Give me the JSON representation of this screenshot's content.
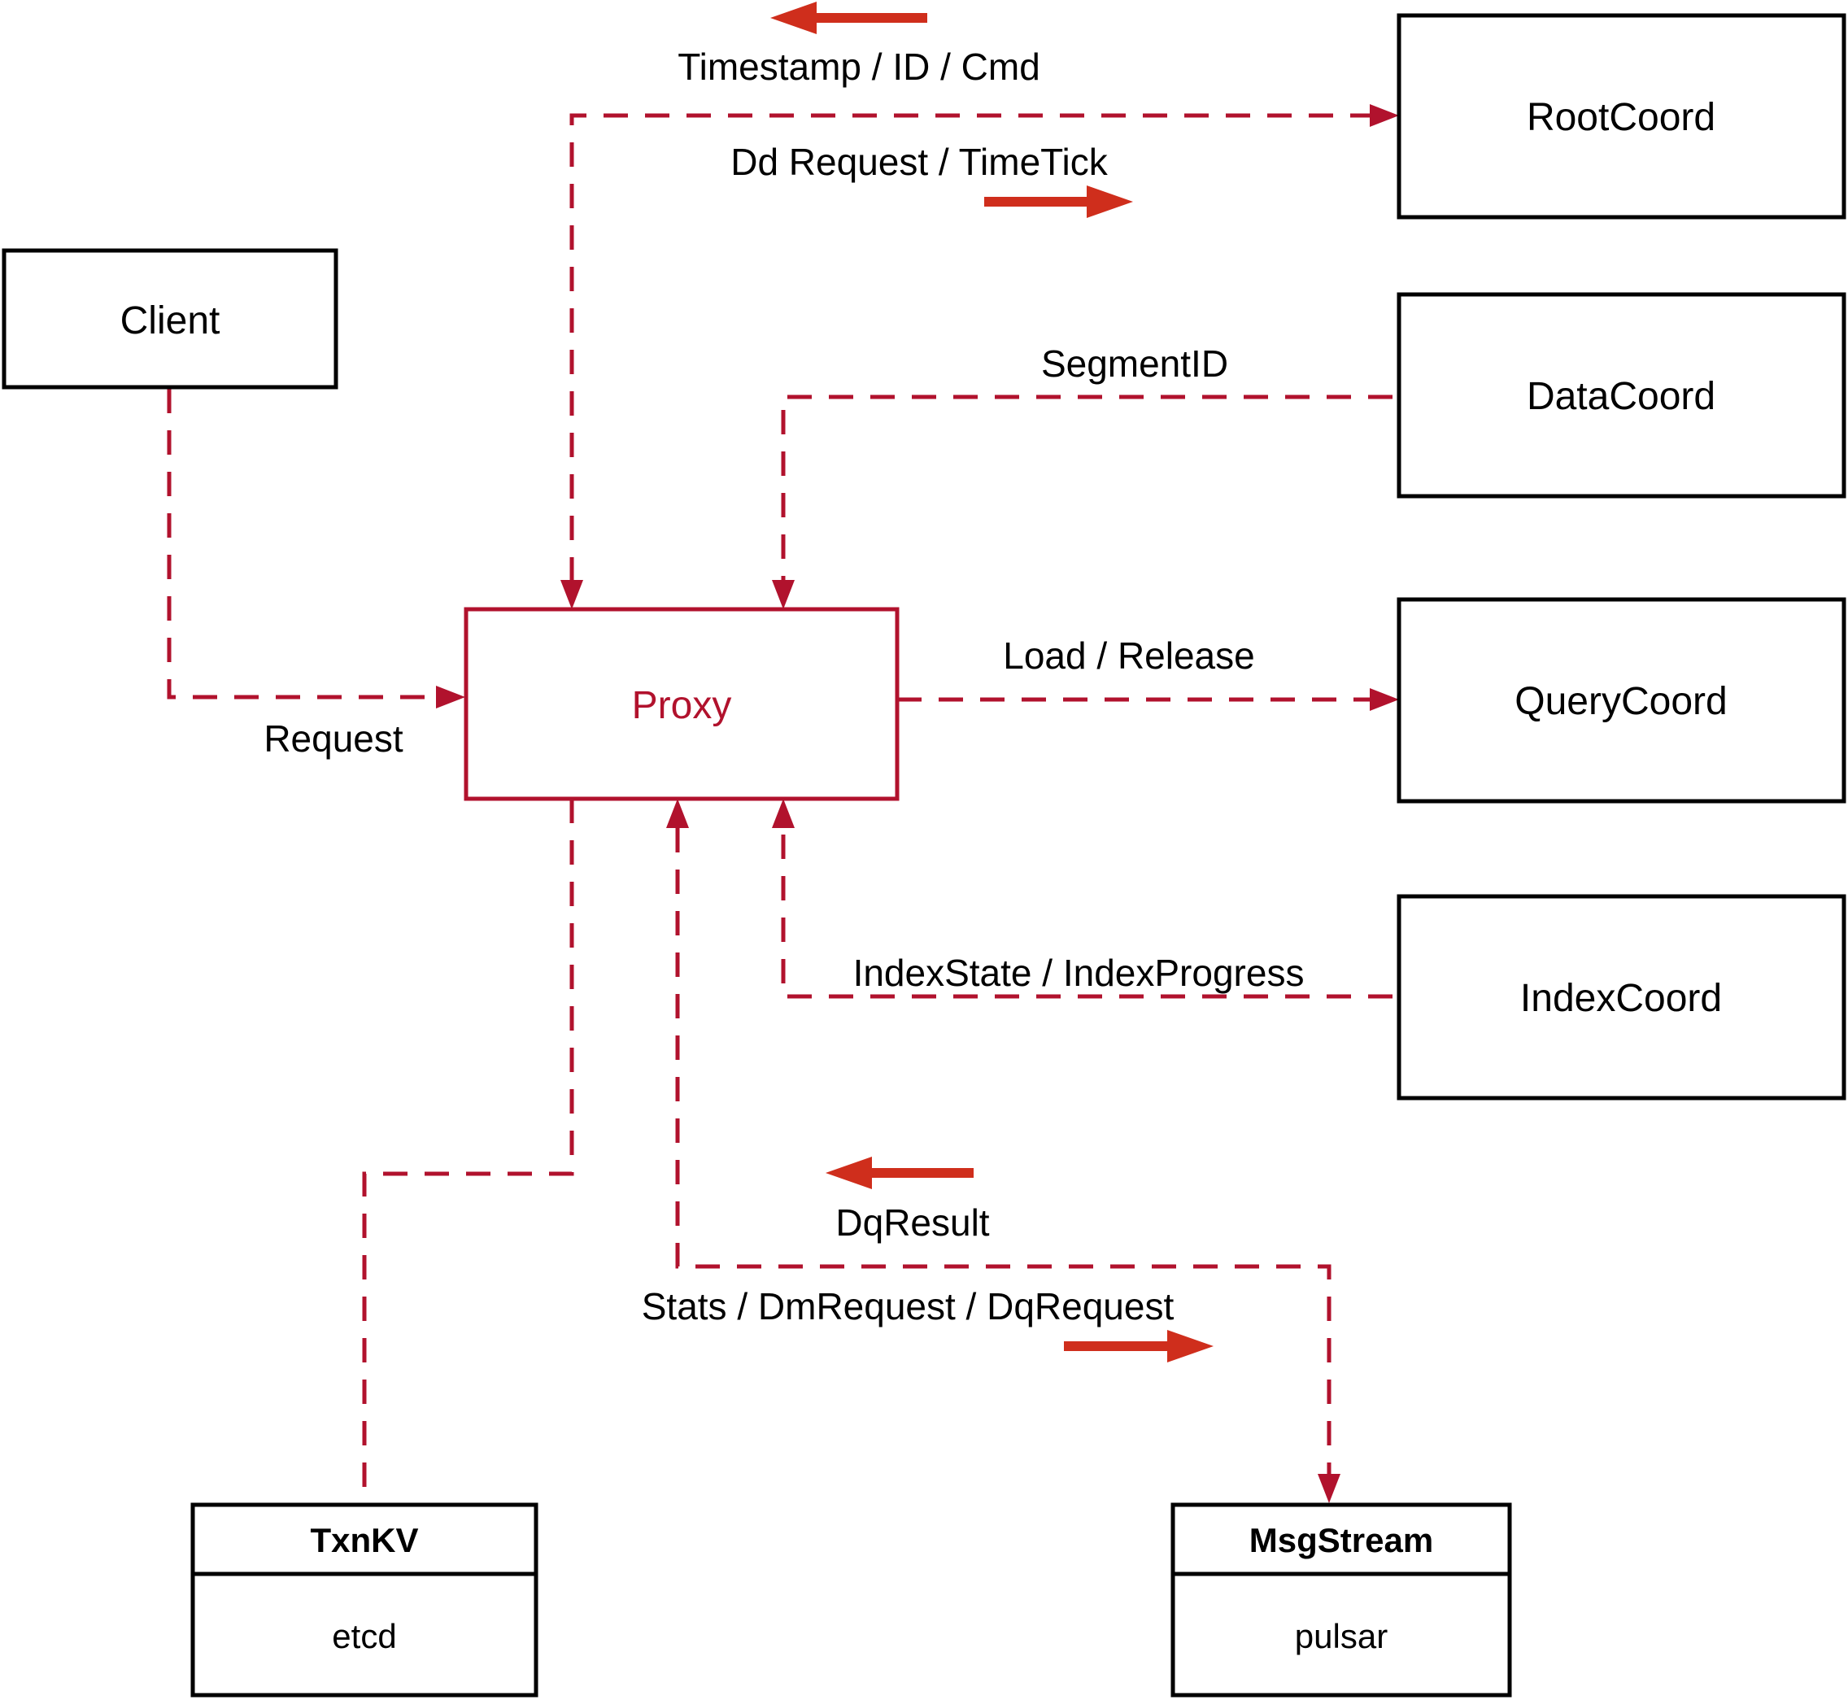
{
  "colors": {
    "crimson_dashed": "#b1122d",
    "solid_arrow_red": "#cf2e1c",
    "box_border": "#000000",
    "text": "#000000",
    "background": "#ffffff"
  },
  "nodes": {
    "client": {
      "label": "Client"
    },
    "proxy": {
      "label": "Proxy"
    },
    "root_coord": {
      "label": "RootCoord"
    },
    "data_coord": {
      "label": "DataCoord"
    },
    "query_coord": {
      "label": "QueryCoord"
    },
    "index_coord": {
      "label": "IndexCoord"
    },
    "txn_kv": {
      "title": "TxnKV",
      "value": "etcd"
    },
    "msg_stream": {
      "title": "MsgStream",
      "value": "pulsar"
    }
  },
  "edge_labels": {
    "timestamp_id_cmd": "Timestamp / ID / Cmd",
    "dd_request_timetick": "Dd Request / TimeTick",
    "segment_id": "SegmentID",
    "load_release": "Load / Release",
    "request": "Request",
    "index_state_progress": "IndexState / IndexProgress",
    "dq_result": "DqResult",
    "stats_dm_dq": "Stats / DmRequest / DqRequest"
  }
}
